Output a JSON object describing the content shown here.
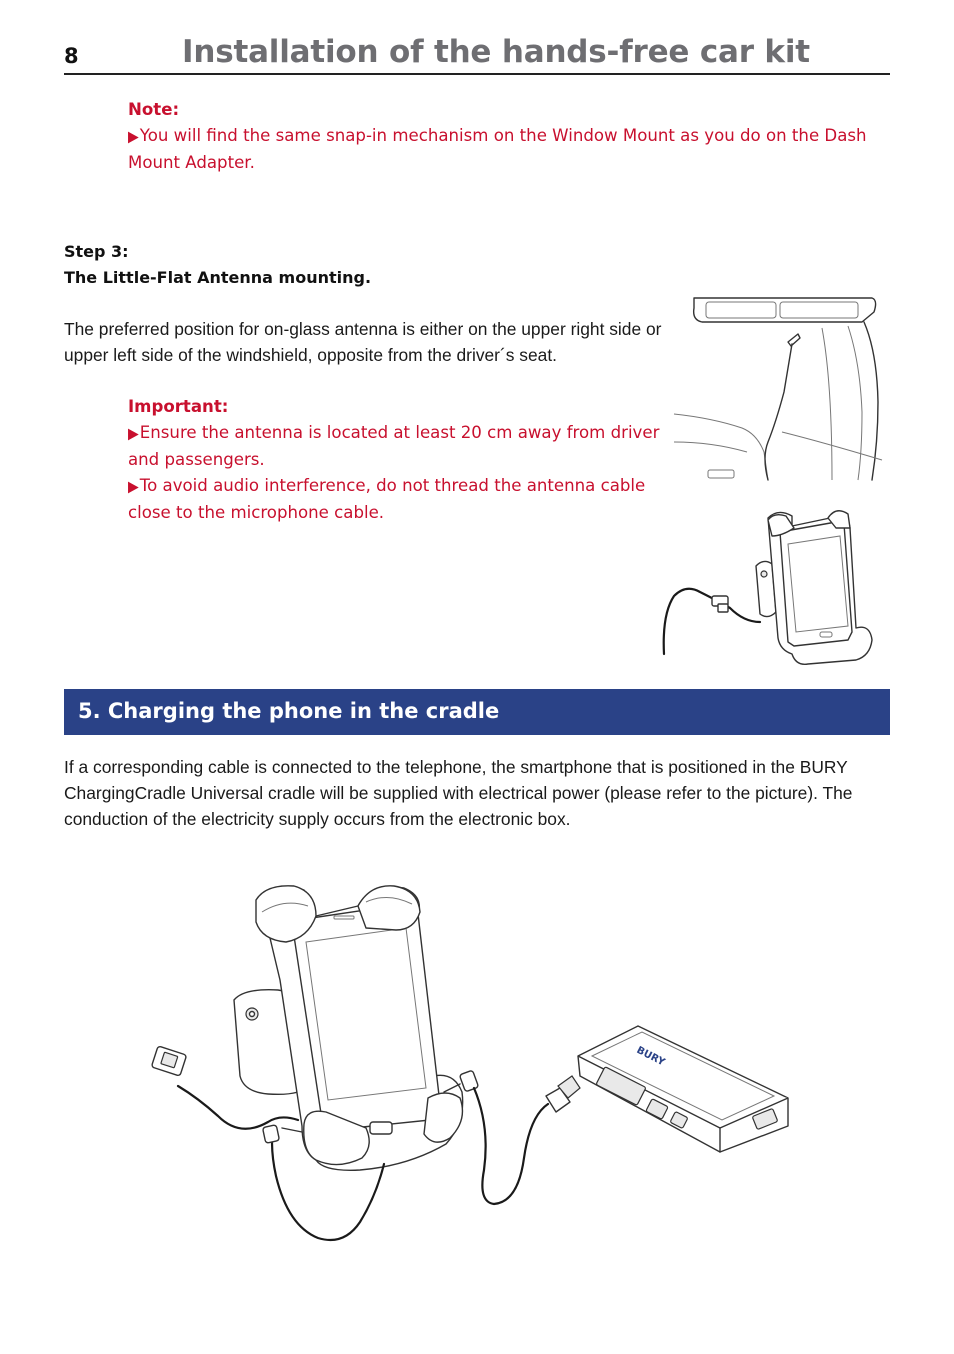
{
  "header": {
    "page_number": "8",
    "title": "Installation of the hands-free car kit"
  },
  "note": {
    "heading": "Note:",
    "text": "You will find the same snap-in mechanism on the Window Mount as you do on the Dash Mount Adapter."
  },
  "step": {
    "label": "Step 3:",
    "title": "The Little-Flat Antenna mounting."
  },
  "antenna_paragraph": "The preferred position for on-glass antenna is either on the upper right side or upper left side of the windshield, opposite from the driver´s seat.",
  "important": {
    "heading": "Important:",
    "items": [
      "Ensure the antenna is located at least 20 cm away from driver and passengers.",
      "To avoid audio interference, do not thread the antenna cable close to the microphone cable."
    ]
  },
  "section": {
    "title": "5. Charging the phone in the cradle"
  },
  "charging_paragraph": "If a corresponding cable is connected to the telephone, the smartphone that is positioned in the BURY ChargingCradle Universal cradle will be supplied with electrical power (please refer to the picture). The conduction of the electricity supply occurs from the electronic box.",
  "figures": {
    "box_logo": "BURY"
  },
  "colors": {
    "accent_red": "#c8102e",
    "section_blue": "#2a4287",
    "title_gray": "#6e6e72"
  }
}
